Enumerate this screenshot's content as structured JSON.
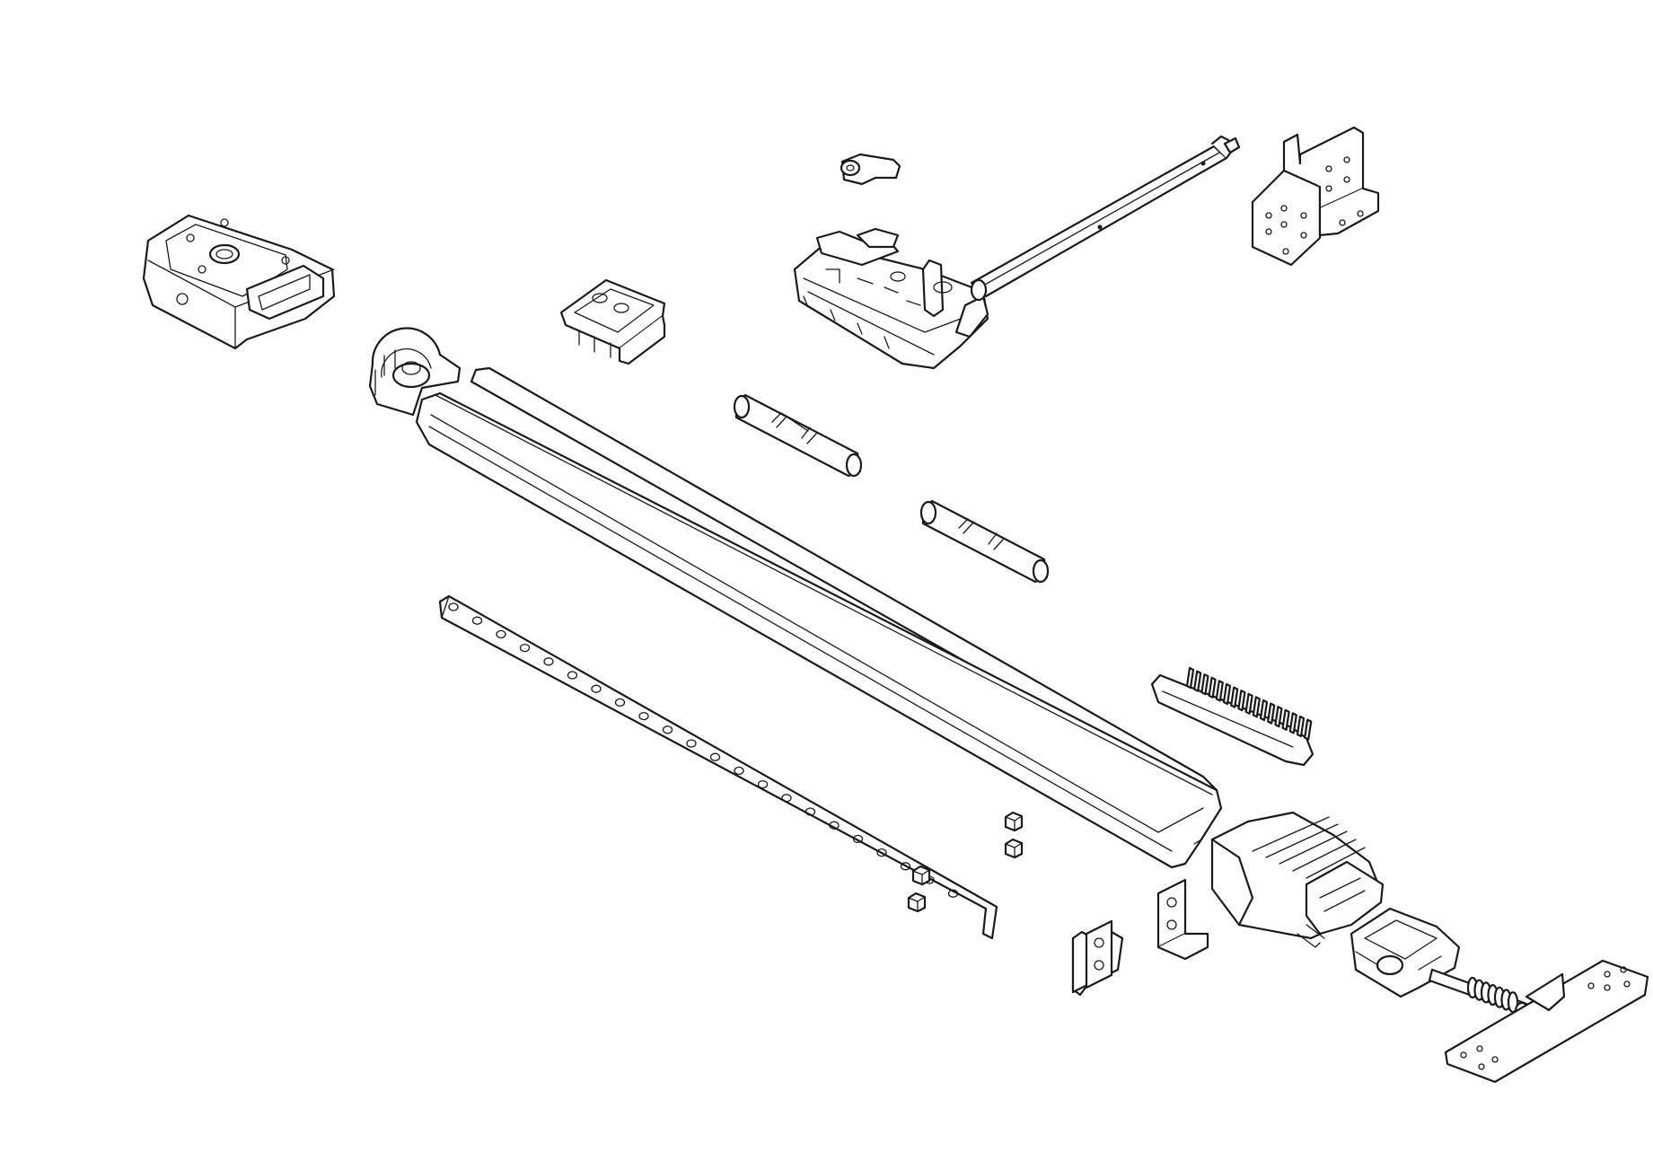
{
  "diagram": {
    "type": "exploded-parts-illustration",
    "line_color": "#1a1a1a",
    "background": "#ffffff",
    "parts": [
      {
        "id": "motor-head-cover",
        "icon": "housing-cover-icon"
      },
      {
        "id": "sprocket-end-cap",
        "icon": "sprocket-icon"
      },
      {
        "id": "belt-guide-clip",
        "icon": "clip-icon"
      },
      {
        "id": "trolley-release-lever",
        "icon": "lever-icon"
      },
      {
        "id": "trolley-carriage",
        "icon": "trolley-icon"
      },
      {
        "id": "door-arm",
        "icon": "arm-icon"
      },
      {
        "id": "header-bracket-angle",
        "icon": "bracket-icon"
      },
      {
        "id": "rail-track",
        "icon": "rail-icon"
      },
      {
        "id": "coupling-pin-1",
        "icon": "pin-icon"
      },
      {
        "id": "coupling-pin-2",
        "icon": "pin-icon"
      },
      {
        "id": "perforated-hanging-strap",
        "icon": "strap-icon"
      },
      {
        "id": "toothed-drive-belt",
        "icon": "belt-icon"
      },
      {
        "id": "hex-bolt-set",
        "icon": "bolt-icon"
      },
      {
        "id": "l-bracket-1",
        "icon": "l-bracket-icon"
      },
      {
        "id": "l-bracket-2",
        "icon": "l-bracket-icon"
      },
      {
        "id": "front-idler-housing",
        "icon": "idler-housing-icon"
      },
      {
        "id": "belt-tensioner-with-spring",
        "icon": "spring-tensioner-icon"
      },
      {
        "id": "header-mounting-plate",
        "icon": "mounting-plate-icon"
      }
    ]
  }
}
